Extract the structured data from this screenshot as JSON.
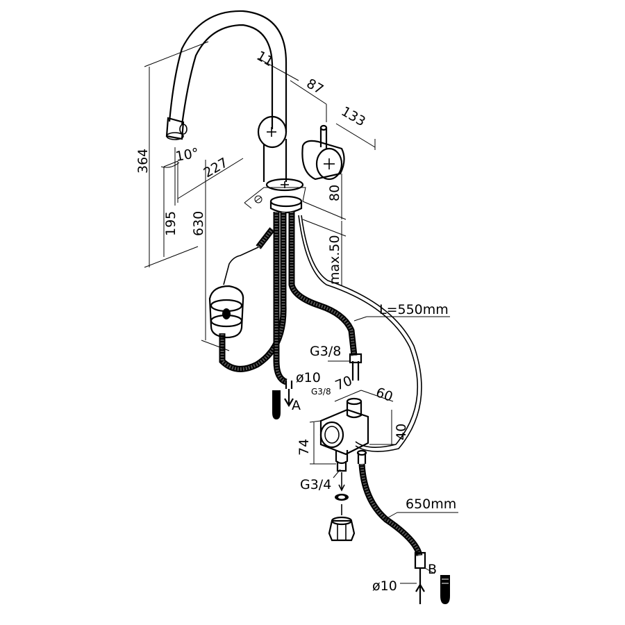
{
  "dimensions": {
    "d11": "11",
    "d87": "87",
    "d133": "133",
    "d10deg": "10°",
    "d227": "227",
    "d364": "364",
    "d195": "195",
    "d630": "630",
    "d80": "80",
    "dmax50": "max.50",
    "dL550": "L=550mm",
    "dG38top": "G3/8",
    "dG38small": "G3/8",
    "d70": "70",
    "d60": "60",
    "d40": "40",
    "d74": "74",
    "dG34": "G3/4",
    "d650": "650mm",
    "dphi10a": "ø10",
    "dphi10b": "ø10",
    "labelA": "A",
    "labelB": "B"
  },
  "colors": {
    "line": "#000000",
    "background": "#ffffff",
    "braid": "#555555"
  }
}
